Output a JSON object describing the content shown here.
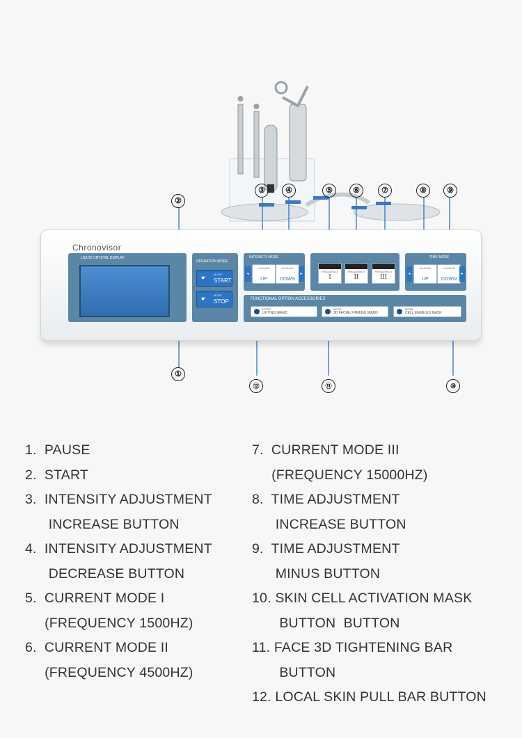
{
  "device": {
    "brand": "Chronovisor",
    "lcd_label": "LIQUID CRYSTAL DISPLAY",
    "operation_mode": {
      "title": "OPERATION MODE",
      "start": {
        "small": "MODE",
        "big": "START"
      },
      "stop": {
        "small": "MODE",
        "big": "STOP"
      }
    },
    "intensity_mode": {
      "title": "INTENSITY MODE",
      "up": {
        "small": "CHANGE",
        "big": "UP"
      },
      "down": {
        "small": "CHANGE",
        "big": "DOWN"
      }
    },
    "frequency": [
      {
        "small": "FREQUENCY",
        "big": "I"
      },
      {
        "small": "FREQUENCY",
        "big": "II"
      },
      {
        "small": "FREQUENCY",
        "big": "III"
      }
    ],
    "time_mode": {
      "title": "TIME MODE",
      "up": {
        "small": "CHANGE",
        "big": "UP"
      },
      "down": {
        "small": "CHANGE",
        "big": "DOWN"
      }
    },
    "accessories": {
      "title": "FUNCTIONAL OPTION ACCESSORIES",
      "items": [
        {
          "small": "MODE",
          "big": "LIFTING WAND"
        },
        {
          "small": "MODE",
          "big": "3D FACIAL FIRMING WAND"
        },
        {
          "small": "MODE",
          "big": "CELL ENABLED MASK"
        }
      ]
    }
  },
  "callouts": [
    "①",
    "②",
    "③",
    "④",
    "⑤",
    "⑥",
    "⑦",
    "⑧",
    "⑨",
    "⑩",
    "⑪",
    "⑫"
  ],
  "legend": {
    "left": [
      "1.  PAUSE",
      "2.  START",
      "3.  INTENSITY ADJUSTMENT",
      "      INCREASE BUTTON",
      "4.  INTENSITY ADJUSTMENT",
      "      DECREASE BUTTON",
      "5.  CURRENT MODE I",
      "     (FREQUENCY 1500HZ)",
      "6.  CURRENT MODE II",
      "     (FREQUENCY 4500HZ)"
    ],
    "right": [
      "7.  CURRENT MODE III",
      "     (FREQUENCY 15000HZ)",
      "8.  TIME ADJUSTMENT",
      "      INCREASE BUTTON",
      "9.  TIME ADJUSTMENT",
      "      MINUS BUTTON",
      "10. SKIN CELL ACTIVATION MASK",
      "       BUTTON  BUTTON",
      "11. FACE 3D TIGHTENING BAR",
      "       BUTTON",
      "12. LOCAL SKIN PULL BAR BUTTON"
    ]
  }
}
